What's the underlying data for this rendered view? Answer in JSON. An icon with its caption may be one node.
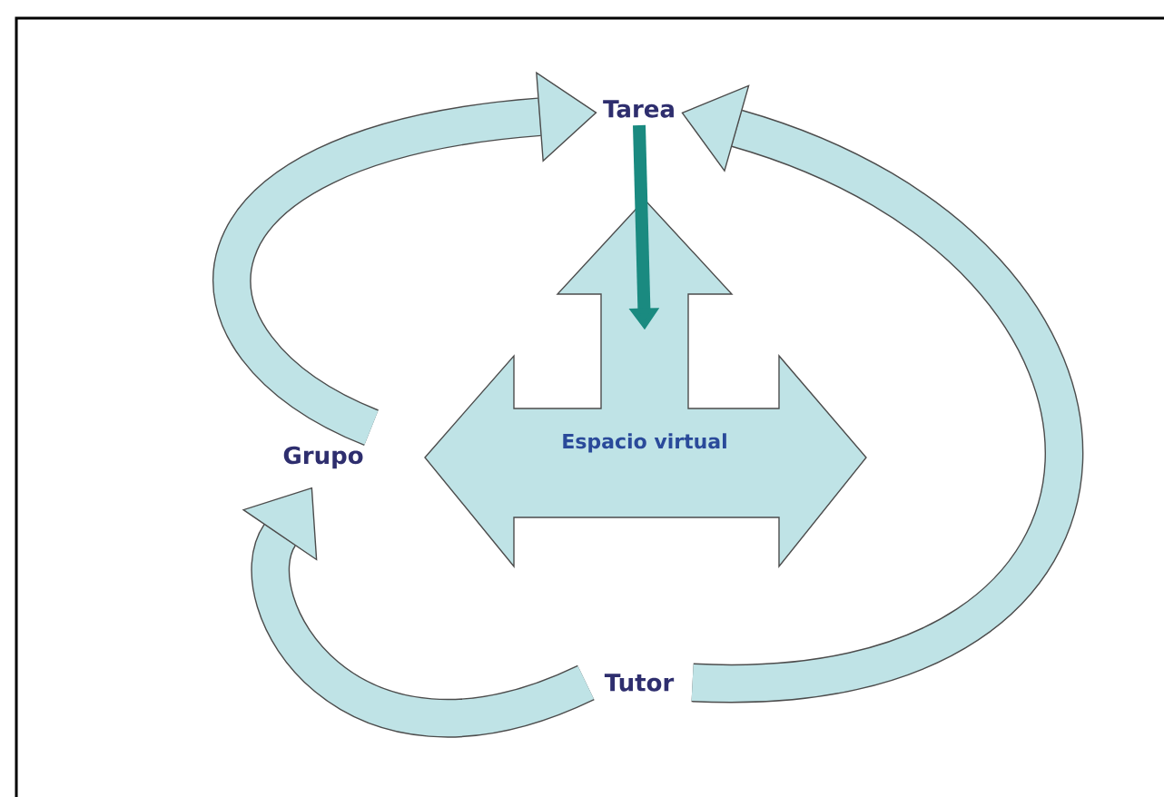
{
  "diagram": {
    "nodes": [
      {
        "text": [
          "Tarea"
        ]
      },
      {
        "text": [
          "Espacio virtual"
        ]
      },
      {
        "text": [
          "Grupo"
        ]
      },
      {
        "text": [
          "Tutor"
        ]
      }
    ],
    "edges": [
      {
        "from": 0,
        "to": 1,
        "arrow": "to",
        "color": "#1a8a80"
      },
      {
        "from": 2,
        "to": 0,
        "arrow": "to"
      },
      {
        "from": 3,
        "to": 0,
        "arrow": "to"
      },
      {
        "from": 3,
        "to": 2,
        "arrow": "to"
      }
    ]
  }
}
